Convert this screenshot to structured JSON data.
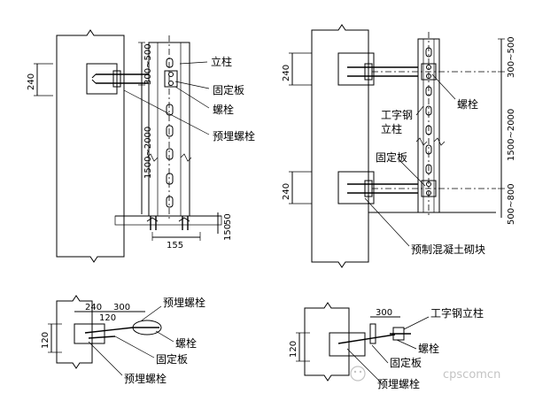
{
  "labels": {
    "column": "立柱",
    "fixing_plate": "固定板",
    "bolt": "螺栓",
    "embedded_bolt": "预埋螺栓",
    "i_beam_line1": "工字钢",
    "i_beam_line2": "立柱",
    "i_beam_column": "工字钢立柱",
    "precast_block": "预制混凝土砌块",
    "dim_240": "240",
    "dim_300_500": "300~500",
    "dim_1500_2000": "1500~2000",
    "dim_500_800": "500~800",
    "dim_155": "155",
    "dim_50": "50",
    "dim_150": "150",
    "dim_120": "120",
    "dim_300": "300"
  },
  "watermark": {
    "text": "cpscomcn"
  }
}
